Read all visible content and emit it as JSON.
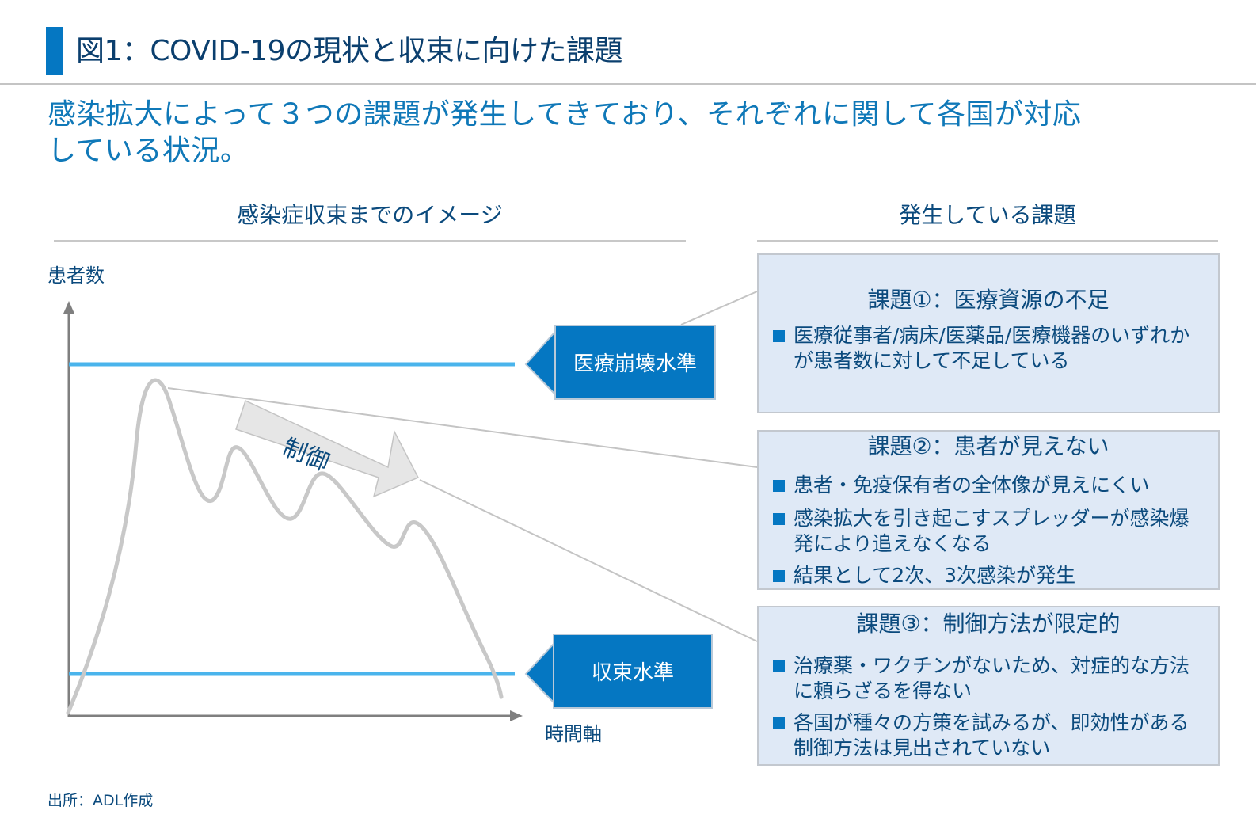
{
  "header": {
    "title": "図1：COVID-19の現状と収束に向けた課題",
    "lead_line1": "感染拡大によって３つの課題が発生してきており、それぞれに関して各国が対応",
    "lead_line2": "している状況。"
  },
  "left_panel": {
    "heading": "感染症収束までのイメージ",
    "y_axis_label": "患者数",
    "x_axis_label": "時間軸",
    "control_arrow_label": "制御",
    "callout_upper": "医療崩壊水準",
    "callout_lower": "収束水準"
  },
  "right_panel": {
    "heading": "発生している課題",
    "issues": [
      {
        "title": "課題①：医療資源の不足",
        "bullets": [
          "医療従事者/病床/医薬品/医療機器のいずれかが患者数に対して不足している"
        ]
      },
      {
        "title": "課題②：患者が見えない",
        "bullets": [
          "患者・免疫保有者の全体像が見えにくい",
          "感染拡大を引き起こすスプレッダーが感染爆発により追えなくなる",
          "結果として2次、3次感染が発生"
        ]
      },
      {
        "title": "課題③：制御方法が限定的",
        "bullets": [
          "治療薬・ワクチンがないため、対症的な方法に頼らざるを得ない",
          "各国が種々の方策を試みるが、即効性がある制御方法は見出されていない"
        ]
      }
    ]
  },
  "footer": {
    "source": "出所：ADL作成"
  },
  "colors": {
    "accent_blue": "#0577c2",
    "threshold_line": "#4ab4ec",
    "curve_gray": "#c8c8c8",
    "issue_box_bg": "#dfe9f6",
    "text_navy": "#0b4a7d",
    "lead_text": "#0f78b8"
  }
}
